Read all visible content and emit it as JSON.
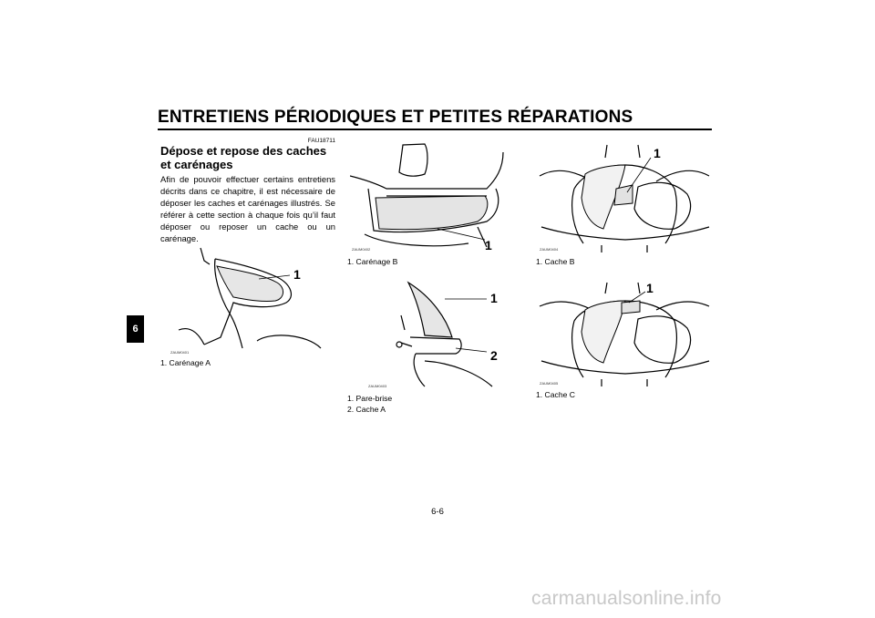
{
  "header": {
    "title": "ENTRETIENS PÉRIODIQUES ET PETITES RÉPARATIONS"
  },
  "chapter_tab": "6",
  "section": {
    "code": "FAU18711",
    "title": "Dépose et repose des caches et carénages",
    "body": "Afin de pouvoir effectuer certains entretiens décrits dans ce chapitre, il est nécessaire de déposer les caches et carénages illustrés. Se référer à cette section à chaque fois qu’il faut déposer ou reposer un cache ou un carénage."
  },
  "figures": {
    "fairing_a": {
      "code": "ZAUM0401",
      "callout": "1",
      "captions": [
        "1.  Carénage A"
      ]
    },
    "fairing_b": {
      "code": "ZAUM0402",
      "callout": "1",
      "captions": [
        "1.  Carénage B"
      ]
    },
    "windshield": {
      "code": "ZAUM0403",
      "callouts": [
        "1",
        "2"
      ],
      "captions": [
        "1.  Pare-brise",
        "2.  Cache A"
      ]
    },
    "cover_b": {
      "code": "ZAUM0404",
      "callout": "1",
      "captions": [
        "1.  Cache B"
      ]
    },
    "cover_c": {
      "code": "ZAUM0405",
      "callout": "1",
      "captions": [
        "1.  Cache C"
      ]
    }
  },
  "page_number": "6-6",
  "watermark": "carmanualsonline.info"
}
